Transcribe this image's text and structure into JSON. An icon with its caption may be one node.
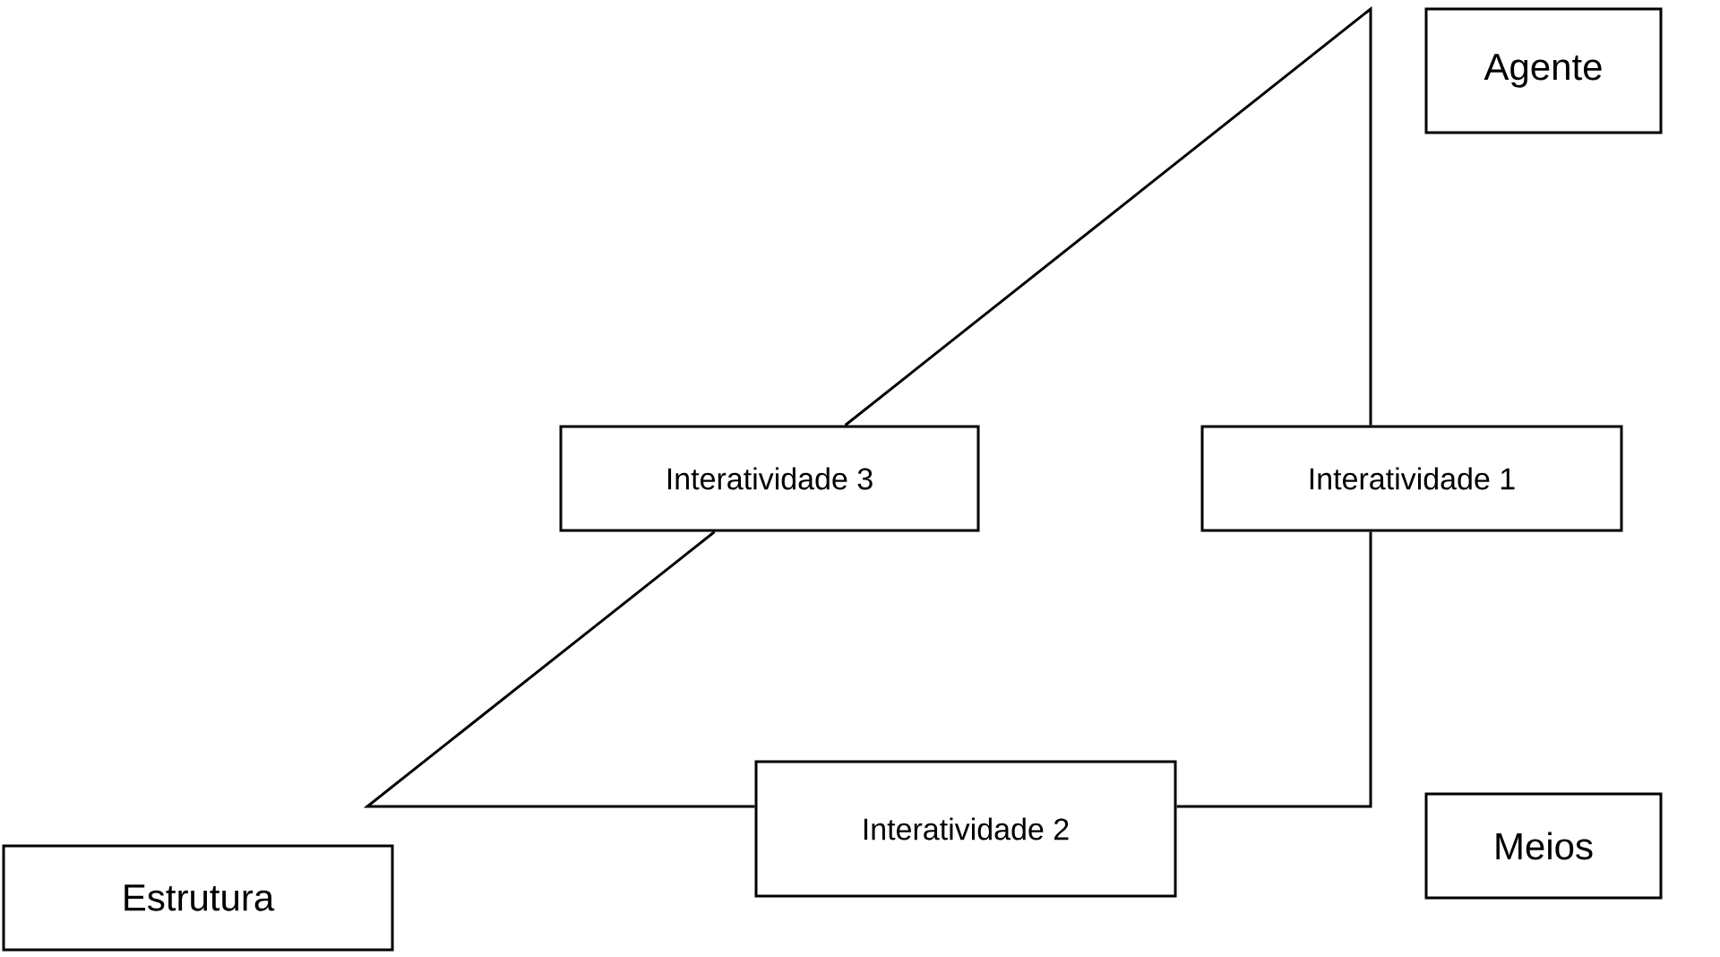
{
  "diagram": {
    "nodes": [
      {
        "text": [
          "Agente"
        ]
      },
      {
        "text": [
          "Interatividade 3"
        ]
      },
      {
        "text": [
          "Interatividade 1"
        ]
      },
      {
        "text": [
          "Interatividade 2"
        ]
      },
      {
        "text": [
          "Meios"
        ]
      },
      {
        "text": [
          "Estrutura"
        ]
      }
    ],
    "edges": [
      {
        "from": 2,
        "to": 3,
        "arrow": "none"
      },
      {
        "from": 3,
        "to": 1,
        "arrow": "none"
      },
      {
        "from": 1,
        "to": 2,
        "arrow": "none"
      }
    ]
  }
}
